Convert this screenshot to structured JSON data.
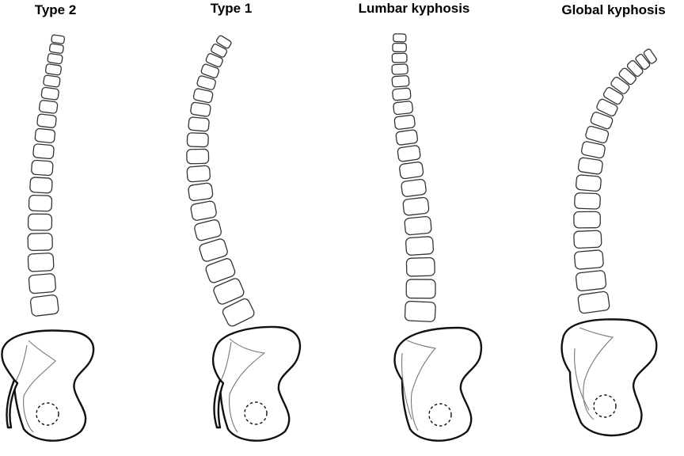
{
  "figure": {
    "panels": [
      {
        "id": "type-2",
        "title": "Type 2"
      },
      {
        "id": "type-1",
        "title": "Type 1"
      },
      {
        "id": "lumbar-kyphosis",
        "title": "Lumbar kyphosis"
      },
      {
        "id": "global-kyphosis",
        "title": "Global kyphosis"
      }
    ]
  },
  "colors": {
    "outline": "#111111",
    "vertebra_stroke": "#333333",
    "inner_line": "#777777",
    "background": "#ffffff"
  },
  "icons": {
    "vertebra": "rounded-rectangle-vertebra",
    "pelvis": "pelvis-outline",
    "acetabulum": "dashed-circle"
  }
}
